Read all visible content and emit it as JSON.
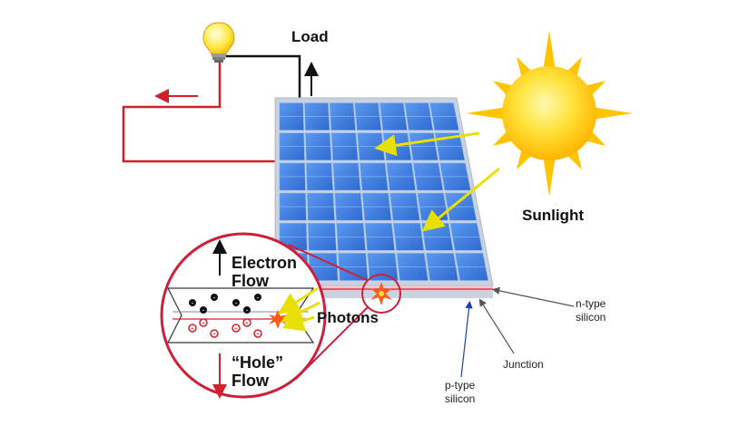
{
  "labels": {
    "load": "Load",
    "sunlight": "Sunlight",
    "electron_flow_line1": "Electron",
    "electron_flow_line2": "Flow",
    "photons": "Photons",
    "hole_flow_line1": "“Hole”",
    "hole_flow_line2": "Flow",
    "n_type_line1": "n-type",
    "n_type_line2": "silicon",
    "junction": "Junction",
    "p_type_line1": "p-type",
    "p_type_line2": "silicon"
  },
  "colors": {
    "circuit_wire": "#d0202a",
    "load_wire": "#111111",
    "panel_blue": "#3a7be0",
    "panel_frame": "#c9d3df",
    "sun_yellow": "#ffd21a",
    "sun_orange": "#ffaa00",
    "photon_arrow": "#e8e000",
    "magnifier_ring": "#cc1f3a",
    "electron_arrow": "#111111",
    "hole_arrow": "#d0202a"
  },
  "icons": {
    "bulb": "light-bulb-icon",
    "sun": "sun-icon"
  },
  "electron_symbol": "-",
  "hole_symbol": "+"
}
